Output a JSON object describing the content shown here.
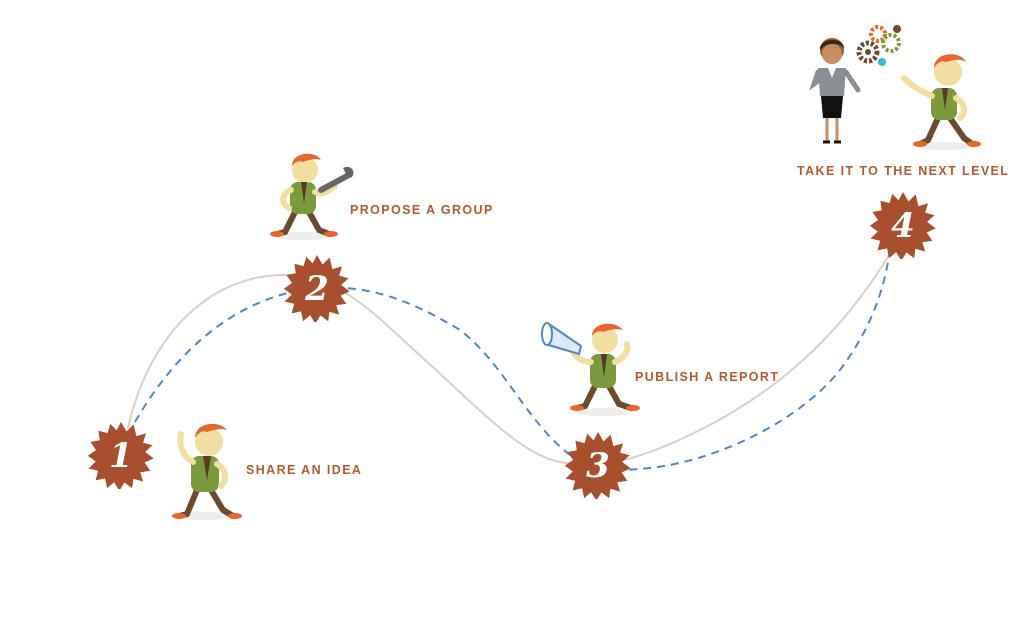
{
  "colors": {
    "badge": "#a8502e",
    "label": "#b35a30",
    "solid_path": "#d9cfc4",
    "dashed_path": "#4f86c6",
    "skin": "#f2dfa0",
    "hair": "#e8652c",
    "shirt": "#7a9a3c",
    "pants": "#6b4a2e",
    "shoes": "#e8652c"
  },
  "steps": [
    {
      "number": "1",
      "label": "SHARE AN IDEA",
      "figure": "pointing-man-icon"
    },
    {
      "number": "2",
      "label": "PROPOSE A GROUP",
      "figure": "man-with-wrench-icon"
    },
    {
      "number": "3",
      "label": "PUBLISH A REPORT",
      "figure": "man-with-megaphone-icon"
    },
    {
      "number": "4",
      "label": "TAKE IT TO THE NEXT LEVEL",
      "figure": "businesswoman-and-man-with-gears-icon"
    }
  ]
}
